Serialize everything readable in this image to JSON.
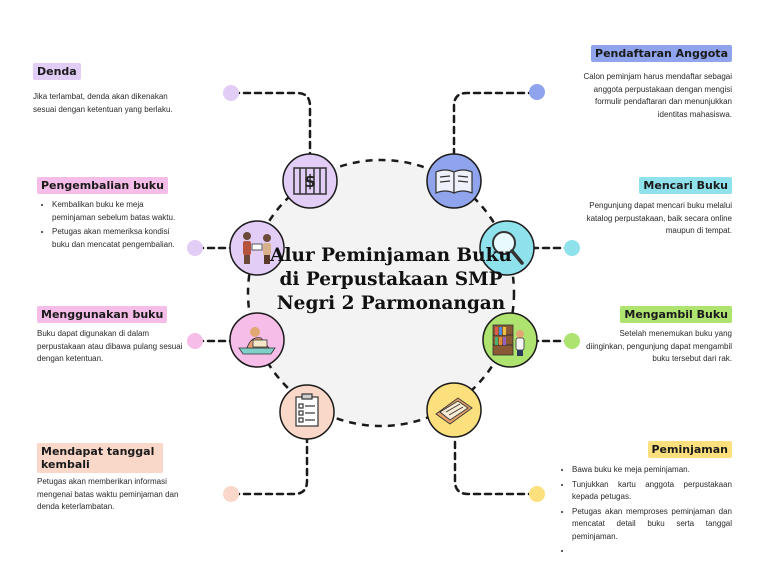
{
  "title": "Alur Peminjaman Buku di Perpustakaan SMP Negri 2 Parmonangan",
  "colors": {
    "center_fill": "#f3f3f3",
    "line": "#1a1a1a",
    "lavender": "#e2cdf7",
    "blue": "#8fa4ec",
    "cyan": "#8fe1ec",
    "green": "#aee36f",
    "yellow": "#fbe07d",
    "peach": "#f9d8c9",
    "pink": "#f6bde8"
  },
  "steps": {
    "denda": {
      "label": "Denda",
      "text": "Jika terlambat, denda akan dikenakan sesuai dengan ketentuan yang berlaku.",
      "color": "#e2cdf7",
      "icon": "money-jail-icon"
    },
    "pendaftaran": {
      "label": "Pendaftaran Anggota",
      "text": "Calon peminjam harus mendaftar sebagai anggota perpustakaan dengan mengisi formulir pendaftaran dan menunjukkan identitas mahasiswa.",
      "color": "#8fa4ec",
      "icon": "open-book-icon"
    },
    "pengembalian": {
      "label": "Pengembalian buku",
      "items": [
        "Kembalikan buku ke meja peminjaman sebelum batas waktu.",
        "Petugas akan memeriksa kondisi buku dan mencatat pengembalian."
      ],
      "color": "#f6bde8",
      "icon": "people-exchange-icon"
    },
    "mencari": {
      "label": "Mencari Buku",
      "text": "Pengunjung dapat mencari buku melalui katalog perpustakaan, baik secara online maupun di tempat.",
      "color": "#8fe1ec",
      "icon": "magnifier-icon"
    },
    "menggunakan": {
      "label": "Menggunakan buku",
      "text": "Buku dapat digunakan di dalam perpustakaan atau dibawa pulang sesuai dengan ketentuan.",
      "color": "#f6bde8",
      "icon": "reading-person-icon"
    },
    "mengambil": {
      "label": "Mengambil Buku",
      "text": "Setelah menemukan buku yang diinginkan, pengunjung dapat mengambil buku tersebut dari rak.",
      "color": "#aee36f",
      "icon": "bookshelf-icon"
    },
    "mendapat": {
      "label": "Mendapat tanggal kembali",
      "text": "Petugas akan memberikan informasi mengenai batas waktu peminjaman dan denda keterlambatan.",
      "color": "#f9d8c9",
      "icon": "checklist-icon"
    },
    "peminjaman": {
      "label": "Peminjaman",
      "items": [
        "Bawa buku ke meja peminjaman.",
        "Tunjukkan kartu anggota perpustakaan kepada petugas.",
        "Petugas akan memproses peminjaman dan mencatat detail buku serta tanggal peminjaman.",
        ""
      ],
      "color": "#fbe07d",
      "icon": "books-stack-icon"
    }
  }
}
